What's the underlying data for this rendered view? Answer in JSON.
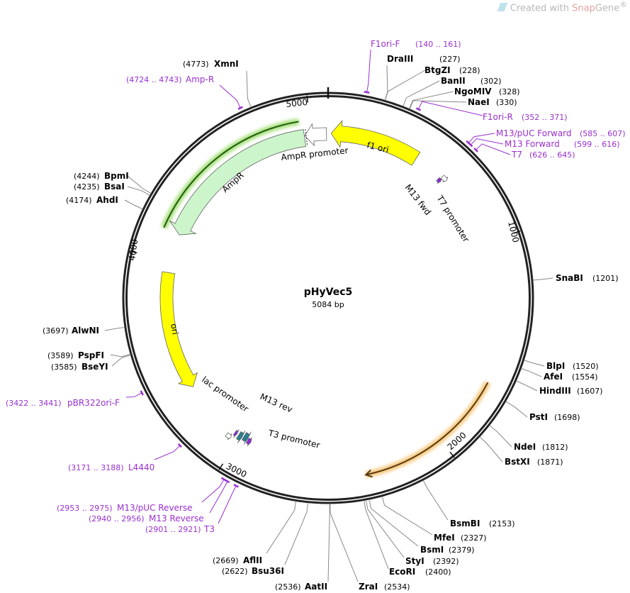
{
  "watermark": {
    "prefix": "Created with ",
    "brand_a": "Snap",
    "brand_b": "Gene",
    "reg": "®"
  },
  "plasmid": {
    "name": "pHyVec5",
    "size_label": "5084 bp",
    "length": 5084
  },
  "ticks": [
    "1000",
    "2000",
    "3000",
    "4000",
    "5000"
  ],
  "features": [
    {
      "label": "f1 ori",
      "color": "#ffff00"
    },
    {
      "label": "AmpR promoter",
      "color": "#ffffff"
    },
    {
      "label": "AmpR",
      "color": "#ccf5cc"
    },
    {
      "label": "ori",
      "color": "#ffff00"
    },
    {
      "label": "M13 fwd",
      "color": "#8a2be2"
    },
    {
      "label": "T7 promoter",
      "color": "#ffffff"
    },
    {
      "label": "lac promoter",
      "color": "#2a7f8f"
    },
    {
      "label": "M13 rev",
      "color": "#8a2be2"
    },
    {
      "label": "T3 promoter",
      "color": "#ffffff"
    }
  ],
  "enzymes": [
    {
      "name": "XmnI",
      "pos": "(4773)",
      "site": 4773
    },
    {
      "name": "DraIII",
      "pos": "(227)",
      "site": 227
    },
    {
      "name": "BtgZI",
      "pos": "(228)",
      "site": 228
    },
    {
      "name": "BanII",
      "pos": "(302)",
      "site": 302
    },
    {
      "name": "NgoMIV",
      "pos": "(328)",
      "site": 328
    },
    {
      "name": "NaeI",
      "pos": "(330)",
      "site": 330
    },
    {
      "name": "SnaBI",
      "pos": "(1201)",
      "site": 1201
    },
    {
      "name": "BlpI",
      "pos": "(1520)",
      "site": 1520
    },
    {
      "name": "AfeI",
      "pos": "(1554)",
      "site": 1554
    },
    {
      "name": "HindIII",
      "pos": "(1607)",
      "site": 1607
    },
    {
      "name": "PstI",
      "pos": "(1698)",
      "site": 1698
    },
    {
      "name": "NdeI",
      "pos": "(1812)",
      "site": 1812
    },
    {
      "name": "BstXI",
      "pos": "(1871)",
      "site": 1871
    },
    {
      "name": "BsmBI",
      "pos": "(2153)",
      "site": 2153
    },
    {
      "name": "MfeI",
      "pos": "(2327)",
      "site": 2327
    },
    {
      "name": "BsmI",
      "pos": "(2379)",
      "site": 2379
    },
    {
      "name": "StyI",
      "pos": "(2392)",
      "site": 2392
    },
    {
      "name": "EcoRI",
      "pos": "(2400)",
      "site": 2400
    },
    {
      "name": "ZraI",
      "pos": "(2534)",
      "site": 2534
    },
    {
      "name": "AatII",
      "pos": "(2536)",
      "site": 2536
    },
    {
      "name": "Bsu36I",
      "pos": "(2622)",
      "site": 2622
    },
    {
      "name": "AflII",
      "pos": "(2669)",
      "site": 2669
    },
    {
      "name": "AlwNI",
      "pos": "(3697)",
      "site": 3697
    },
    {
      "name": "PspFI",
      "pos": "(3589)",
      "site": 3589
    },
    {
      "name": "BseYI",
      "pos": "(3585)",
      "site": 3585
    },
    {
      "name": "AhdI",
      "pos": "(4174)",
      "site": 4174
    },
    {
      "name": "BsaI",
      "pos": "(4235)",
      "site": 4235
    },
    {
      "name": "BpmI",
      "pos": "(4244)",
      "site": 4244
    }
  ],
  "primers": [
    {
      "name": "F1ori-F",
      "range": "(140 .. 161)",
      "start": 140,
      "end": 161
    },
    {
      "name": "F1ori-R",
      "range": "(352 .. 371)",
      "start": 352,
      "end": 371
    },
    {
      "name": "M13/pUC Forward",
      "range": "(585 .. 607)",
      "start": 585,
      "end": 607
    },
    {
      "name": "M13 Forward",
      "range": "(599 .. 616)",
      "start": 599,
      "end": 616
    },
    {
      "name": "T7",
      "range": "(626 .. 645)",
      "start": 626,
      "end": 645
    },
    {
      "name": "Amp-R",
      "range": "(4724 .. 4743)",
      "start": 4724,
      "end": 4743
    },
    {
      "name": "pBR322ori-F",
      "range": "(3422 .. 3441)",
      "start": 3422,
      "end": 3441
    },
    {
      "name": "L4440",
      "range": "(3171 .. 3188)",
      "start": 3171,
      "end": 3188
    },
    {
      "name": "M13/pUC Reverse",
      "range": "(2953 .. 2975)",
      "start": 2953,
      "end": 2975
    },
    {
      "name": "M13 Reverse",
      "range": "(2940 .. 2956)",
      "start": 2940,
      "end": 2956
    },
    {
      "name": "T3",
      "range": "(2901 .. 2921)",
      "start": 2901,
      "end": 2921
    }
  ]
}
